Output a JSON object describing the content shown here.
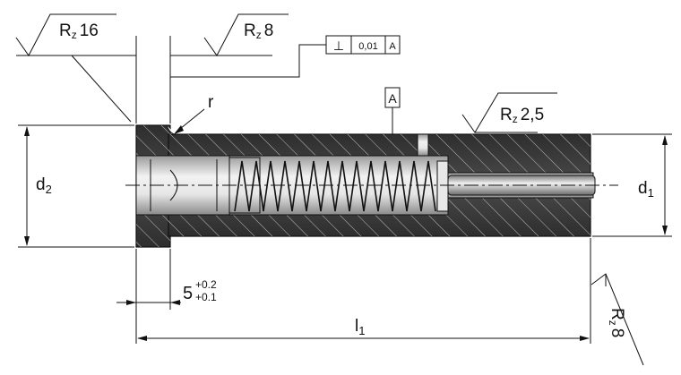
{
  "surface_finish": {
    "rz16": {
      "prefix": "R",
      "sub": "z",
      "value": "16"
    },
    "rz8_top": {
      "prefix": "R",
      "sub": "z",
      "value": "8"
    },
    "rz25": {
      "prefix": "R",
      "sub": "z",
      "value": "2,5"
    },
    "rz8_side": {
      "prefix": "R",
      "sub": "z",
      "value": "8"
    }
  },
  "tolerance_frame": {
    "symbol": "⊥",
    "value": "0,01",
    "datum": "A"
  },
  "datum_label": "A",
  "labels": {
    "r": "r",
    "d2": {
      "base": "d",
      "sub": "2"
    },
    "d1": {
      "base": "d",
      "sub": "1"
    },
    "l1": {
      "base": "l",
      "sub": "1"
    }
  },
  "dimension_5": {
    "value": "5",
    "upper": "+0.2",
    "lower": "+0.1"
  },
  "colors": {
    "body_dark": "#3a3a3a",
    "body_light": "#5a5a5a",
    "hatch": "#c8c8c8",
    "bore": "#d6d6d6",
    "pin": "#bdbdbd",
    "line": "#111111"
  }
}
